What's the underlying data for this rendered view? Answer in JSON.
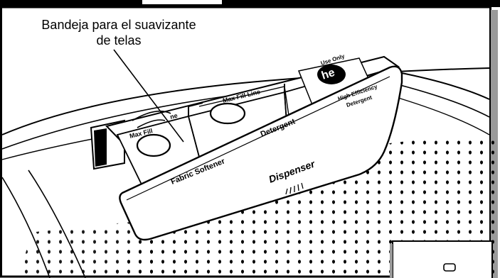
{
  "callout": {
    "line1": "Bandeja para el suavizante",
    "line2": "de telas"
  },
  "drawer": {
    "front_label": "Dispenser",
    "softener_label": "Fabric Softener",
    "detergent_label": "Detergent",
    "max_fill_left": "Max Fill",
    "max_fill_left_end": "ne",
    "max_fill_right": "Max Fill Line",
    "he_badge_top": "Use Only",
    "he_logo": "he",
    "he_badge_bottom1": "High Efficiency",
    "he_badge_bottom2": "Detergent"
  }
}
